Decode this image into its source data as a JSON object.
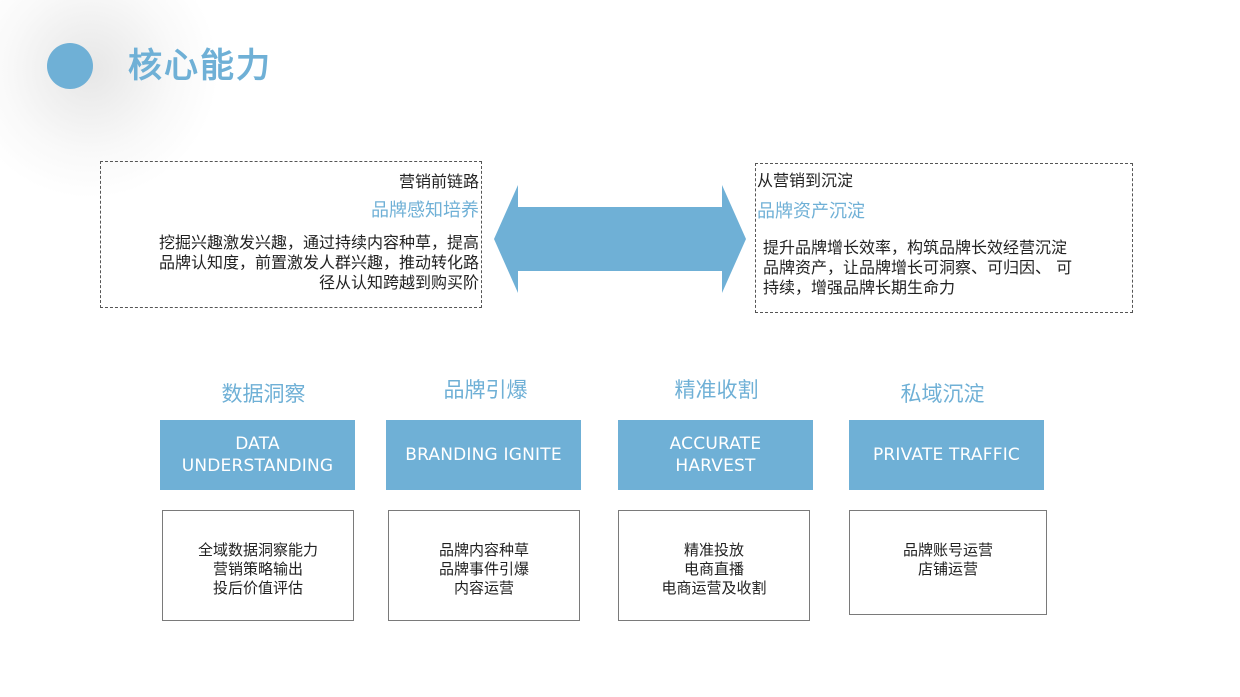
{
  "header": {
    "title": "核心能力"
  },
  "left_panel": {
    "label": "营销前链路",
    "heading": "品牌感知培养",
    "lines": [
      "挖掘兴趣激发兴趣，通过持续内容种草，提高",
      "品牌认知度，前置激发人群兴趣，推动转化路",
      "径从认知跨越到购买阶"
    ]
  },
  "right_panel": {
    "label": "从营销到沉淀",
    "heading": "品牌资产沉淀",
    "lines": [
      "提升品牌增长效率，构筑品牌长效经营沉淀",
      "品牌资产，让品牌增长可洞察、可归因、 可",
      "持续，增强品牌长期生命力"
    ]
  },
  "capabilities": [
    {
      "title": "数据洞察",
      "label_lines": [
        "DATA",
        "UNDERSTANDING"
      ],
      "items": [
        "全域数据洞察能力",
        "营销策略输出",
        "投后价值评估"
      ]
    },
    {
      "title": "品牌引爆",
      "label_lines": [
        "BRANDING IGNITE"
      ],
      "items": [
        "品牌内容种草",
        "品牌事件引爆",
        "内容运营"
      ]
    },
    {
      "title": "精准收割",
      "label_lines": [
        "ACCURATE",
        "HARVEST"
      ],
      "items": [
        "精准投放",
        "电商直播",
        "电商运营及收割"
      ]
    },
    {
      "title": "私域沉淀",
      "label_lines": [
        "PRIVATE TRAFFIC"
      ],
      "items": [
        "品牌账号运营",
        "店铺运营"
      ]
    }
  ],
  "colors": {
    "accent": "#6fb0d6",
    "text": "#222222",
    "border": "#555555"
  },
  "icons": {
    "title_marker": "circle-bullet",
    "connector": "double-headed-arrow"
  }
}
